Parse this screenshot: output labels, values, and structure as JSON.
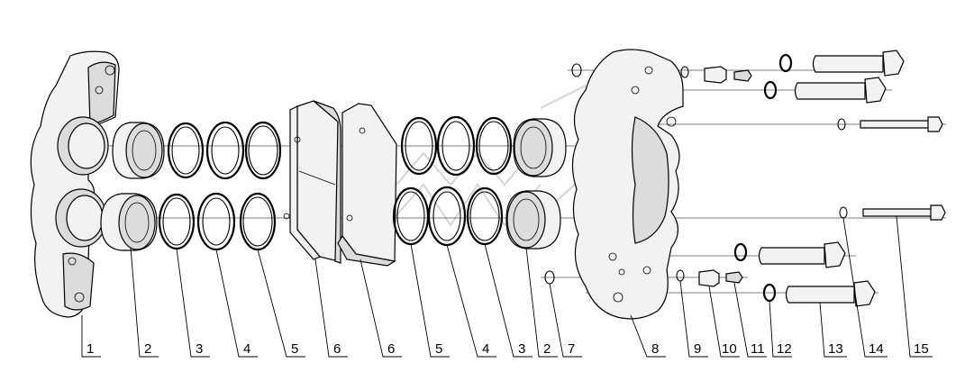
{
  "callouts": [
    {
      "label": "1"
    },
    {
      "label": "2"
    },
    {
      "label": "3"
    },
    {
      "label": "4"
    },
    {
      "label": "5"
    },
    {
      "label": "6"
    },
    {
      "label": "6"
    },
    {
      "label": "5"
    },
    {
      "label": "4"
    },
    {
      "label": "3"
    },
    {
      "label": "2"
    },
    {
      "label": "7"
    },
    {
      "label": "8"
    },
    {
      "label": "9"
    },
    {
      "label": "10"
    },
    {
      "label": "11"
    },
    {
      "label": "12"
    },
    {
      "label": "13"
    },
    {
      "label": "14"
    },
    {
      "label": "15"
    }
  ]
}
